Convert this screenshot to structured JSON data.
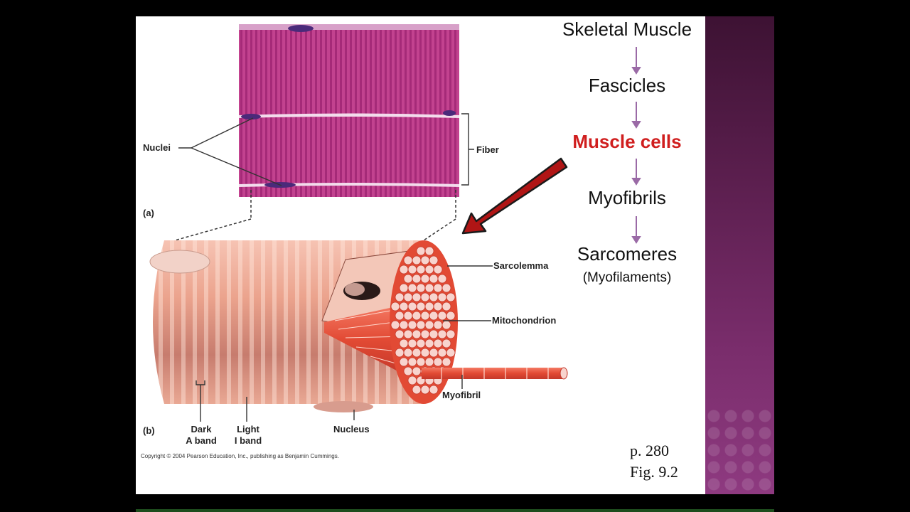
{
  "hierarchy": {
    "items": [
      "Skeletal Muscle",
      "Fascicles",
      "Muscle cells",
      "Myofibrils",
      "Sarcomeres"
    ],
    "sub_item": "(Myofilaments)",
    "highlight_color": "#d01e1e",
    "arrow_color": "#9a6aa6"
  },
  "figure": {
    "panel_a_label": "(a)",
    "panel_b_label": "(b)",
    "nuclei_label": "Nuclei",
    "fiber_label": "Fiber",
    "sarcolemma_label": "Sarcolemma",
    "mitochondrion_label": "Mitochondrion",
    "myofibril_label": "Myofibril",
    "nucleus_label": "Nucleus",
    "dark_band_line1": "Dark",
    "dark_band_line2": "A band",
    "light_band_line1": "Light",
    "light_band_line2": "I band",
    "copyright": "Copyright © 2004 Pearson Education, Inc., publishing as Benjamin Cummings."
  },
  "reference": {
    "page": "p. 280",
    "figure": "Fig. 9.2"
  },
  "colors": {
    "micrograph": "#c2428f",
    "fiber_pink": "#eaa08c",
    "myofibril_red": "#e8503a",
    "pointer_arrow": "#b01515"
  }
}
